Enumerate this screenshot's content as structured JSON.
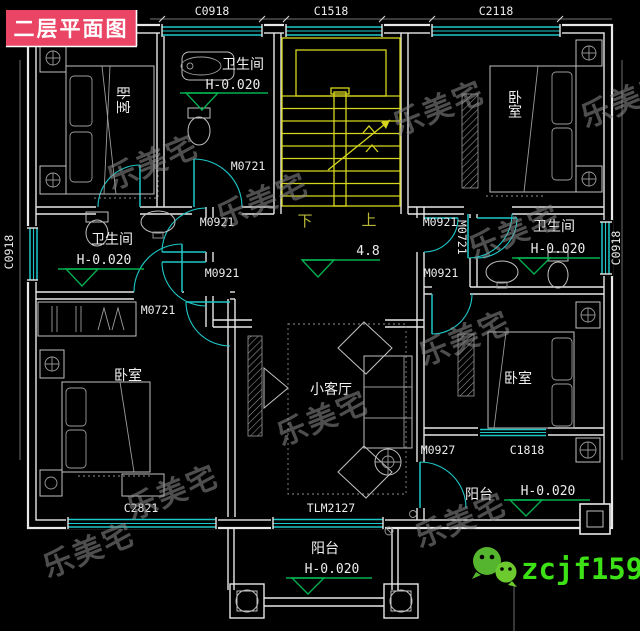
{
  "banner": {
    "title": "二层平面图"
  },
  "plan": {
    "room_labels": {
      "bedroom": "卧室",
      "bathroom": "卫生间",
      "living_room": "小客厅",
      "balcony": "阳台"
    },
    "level_marks": {
      "floor_offset": "H-0.020",
      "stair_landing": "4.8"
    },
    "stairs": {
      "down": "下",
      "up": "上"
    },
    "doors": {
      "m0721": "M0721",
      "m0921": "M0921",
      "m0927": "M0927",
      "tlm2127": "TLM2127"
    },
    "windows": {
      "c0918": "C0918",
      "c1518": "C1518",
      "c2118": "C2118",
      "c2821": "C2821",
      "c1818": "C1818"
    }
  },
  "watermark": {
    "brand": "乐美宅",
    "wechat_id": "zcjf159"
  },
  "colors": {
    "wall": "#e8e8e8",
    "window_cyan": "#1ec8c8",
    "stair_yellow": "#d6d61e",
    "level_green": "#00b050",
    "banner_pink": "#ea4565",
    "wechat_green": "#3ce215",
    "watermark_gray": "#8f8f8f",
    "updown_olive": "#b8b836"
  }
}
